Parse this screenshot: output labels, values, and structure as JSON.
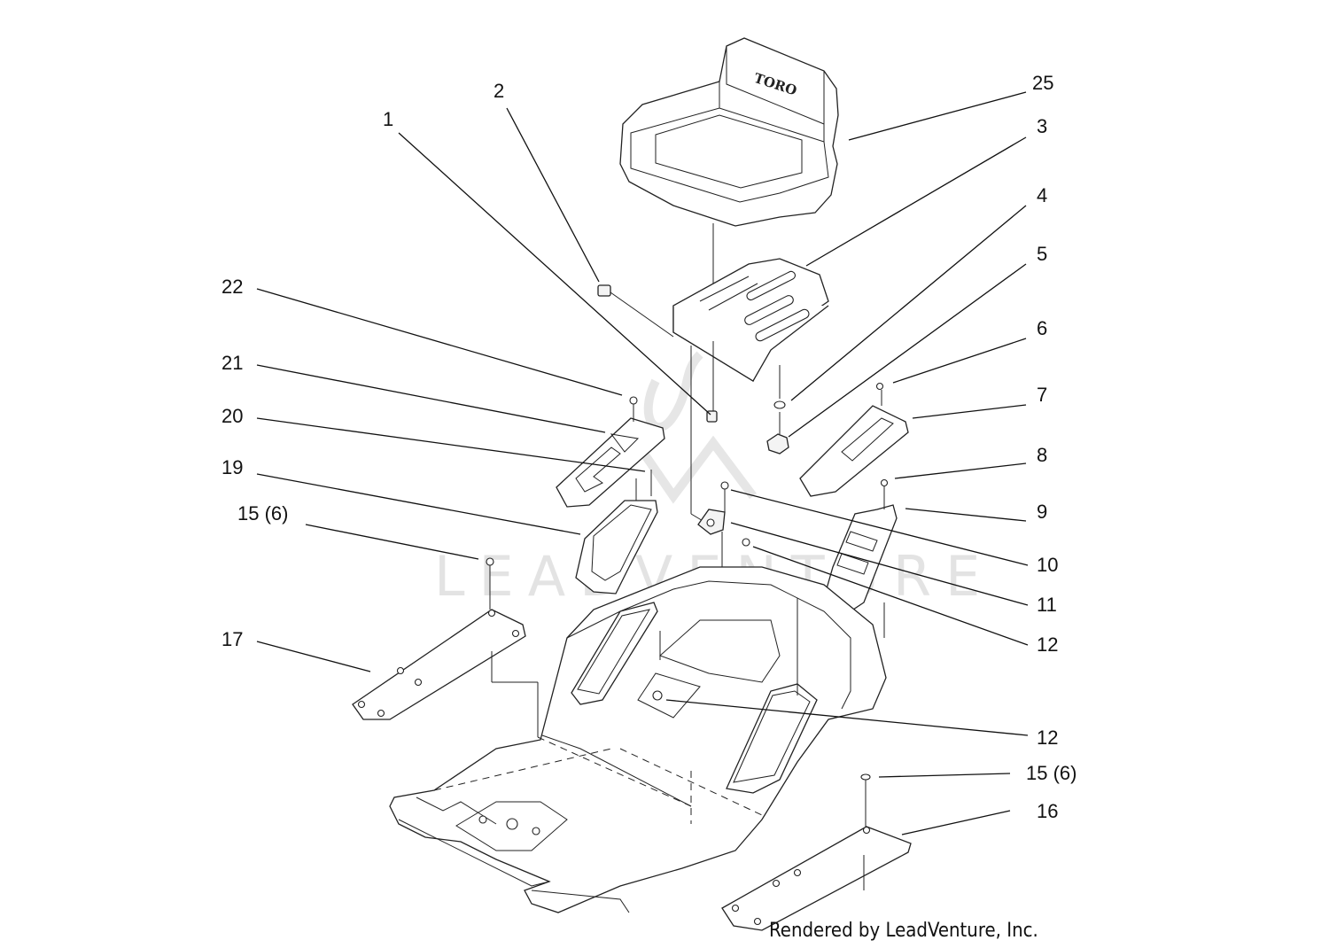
{
  "diagram": {
    "credit": "Rendered by LeadVenture, Inc.",
    "watermark": "LEADVENTURE",
    "seat_logo": "TORO",
    "callouts": [
      {
        "id": "c1",
        "label": "1"
      },
      {
        "id": "c2",
        "label": "2"
      },
      {
        "id": "c25",
        "label": "25"
      },
      {
        "id": "c3",
        "label": "3"
      },
      {
        "id": "c4",
        "label": "4"
      },
      {
        "id": "c5",
        "label": "5"
      },
      {
        "id": "c6",
        "label": "6"
      },
      {
        "id": "c7",
        "label": "7"
      },
      {
        "id": "c8",
        "label": "8"
      },
      {
        "id": "c9",
        "label": "9"
      },
      {
        "id": "c10",
        "label": "10"
      },
      {
        "id": "c11",
        "label": "11"
      },
      {
        "id": "c12a",
        "label": "12"
      },
      {
        "id": "c12b",
        "label": "12"
      },
      {
        "id": "c15a",
        "label": "15 (6)"
      },
      {
        "id": "c15b",
        "label": "15 (6)"
      },
      {
        "id": "c16",
        "label": "16"
      },
      {
        "id": "c17",
        "label": "17"
      },
      {
        "id": "c19",
        "label": "19"
      },
      {
        "id": "c20",
        "label": "20"
      },
      {
        "id": "c21",
        "label": "21"
      },
      {
        "id": "c22",
        "label": "22"
      }
    ]
  }
}
